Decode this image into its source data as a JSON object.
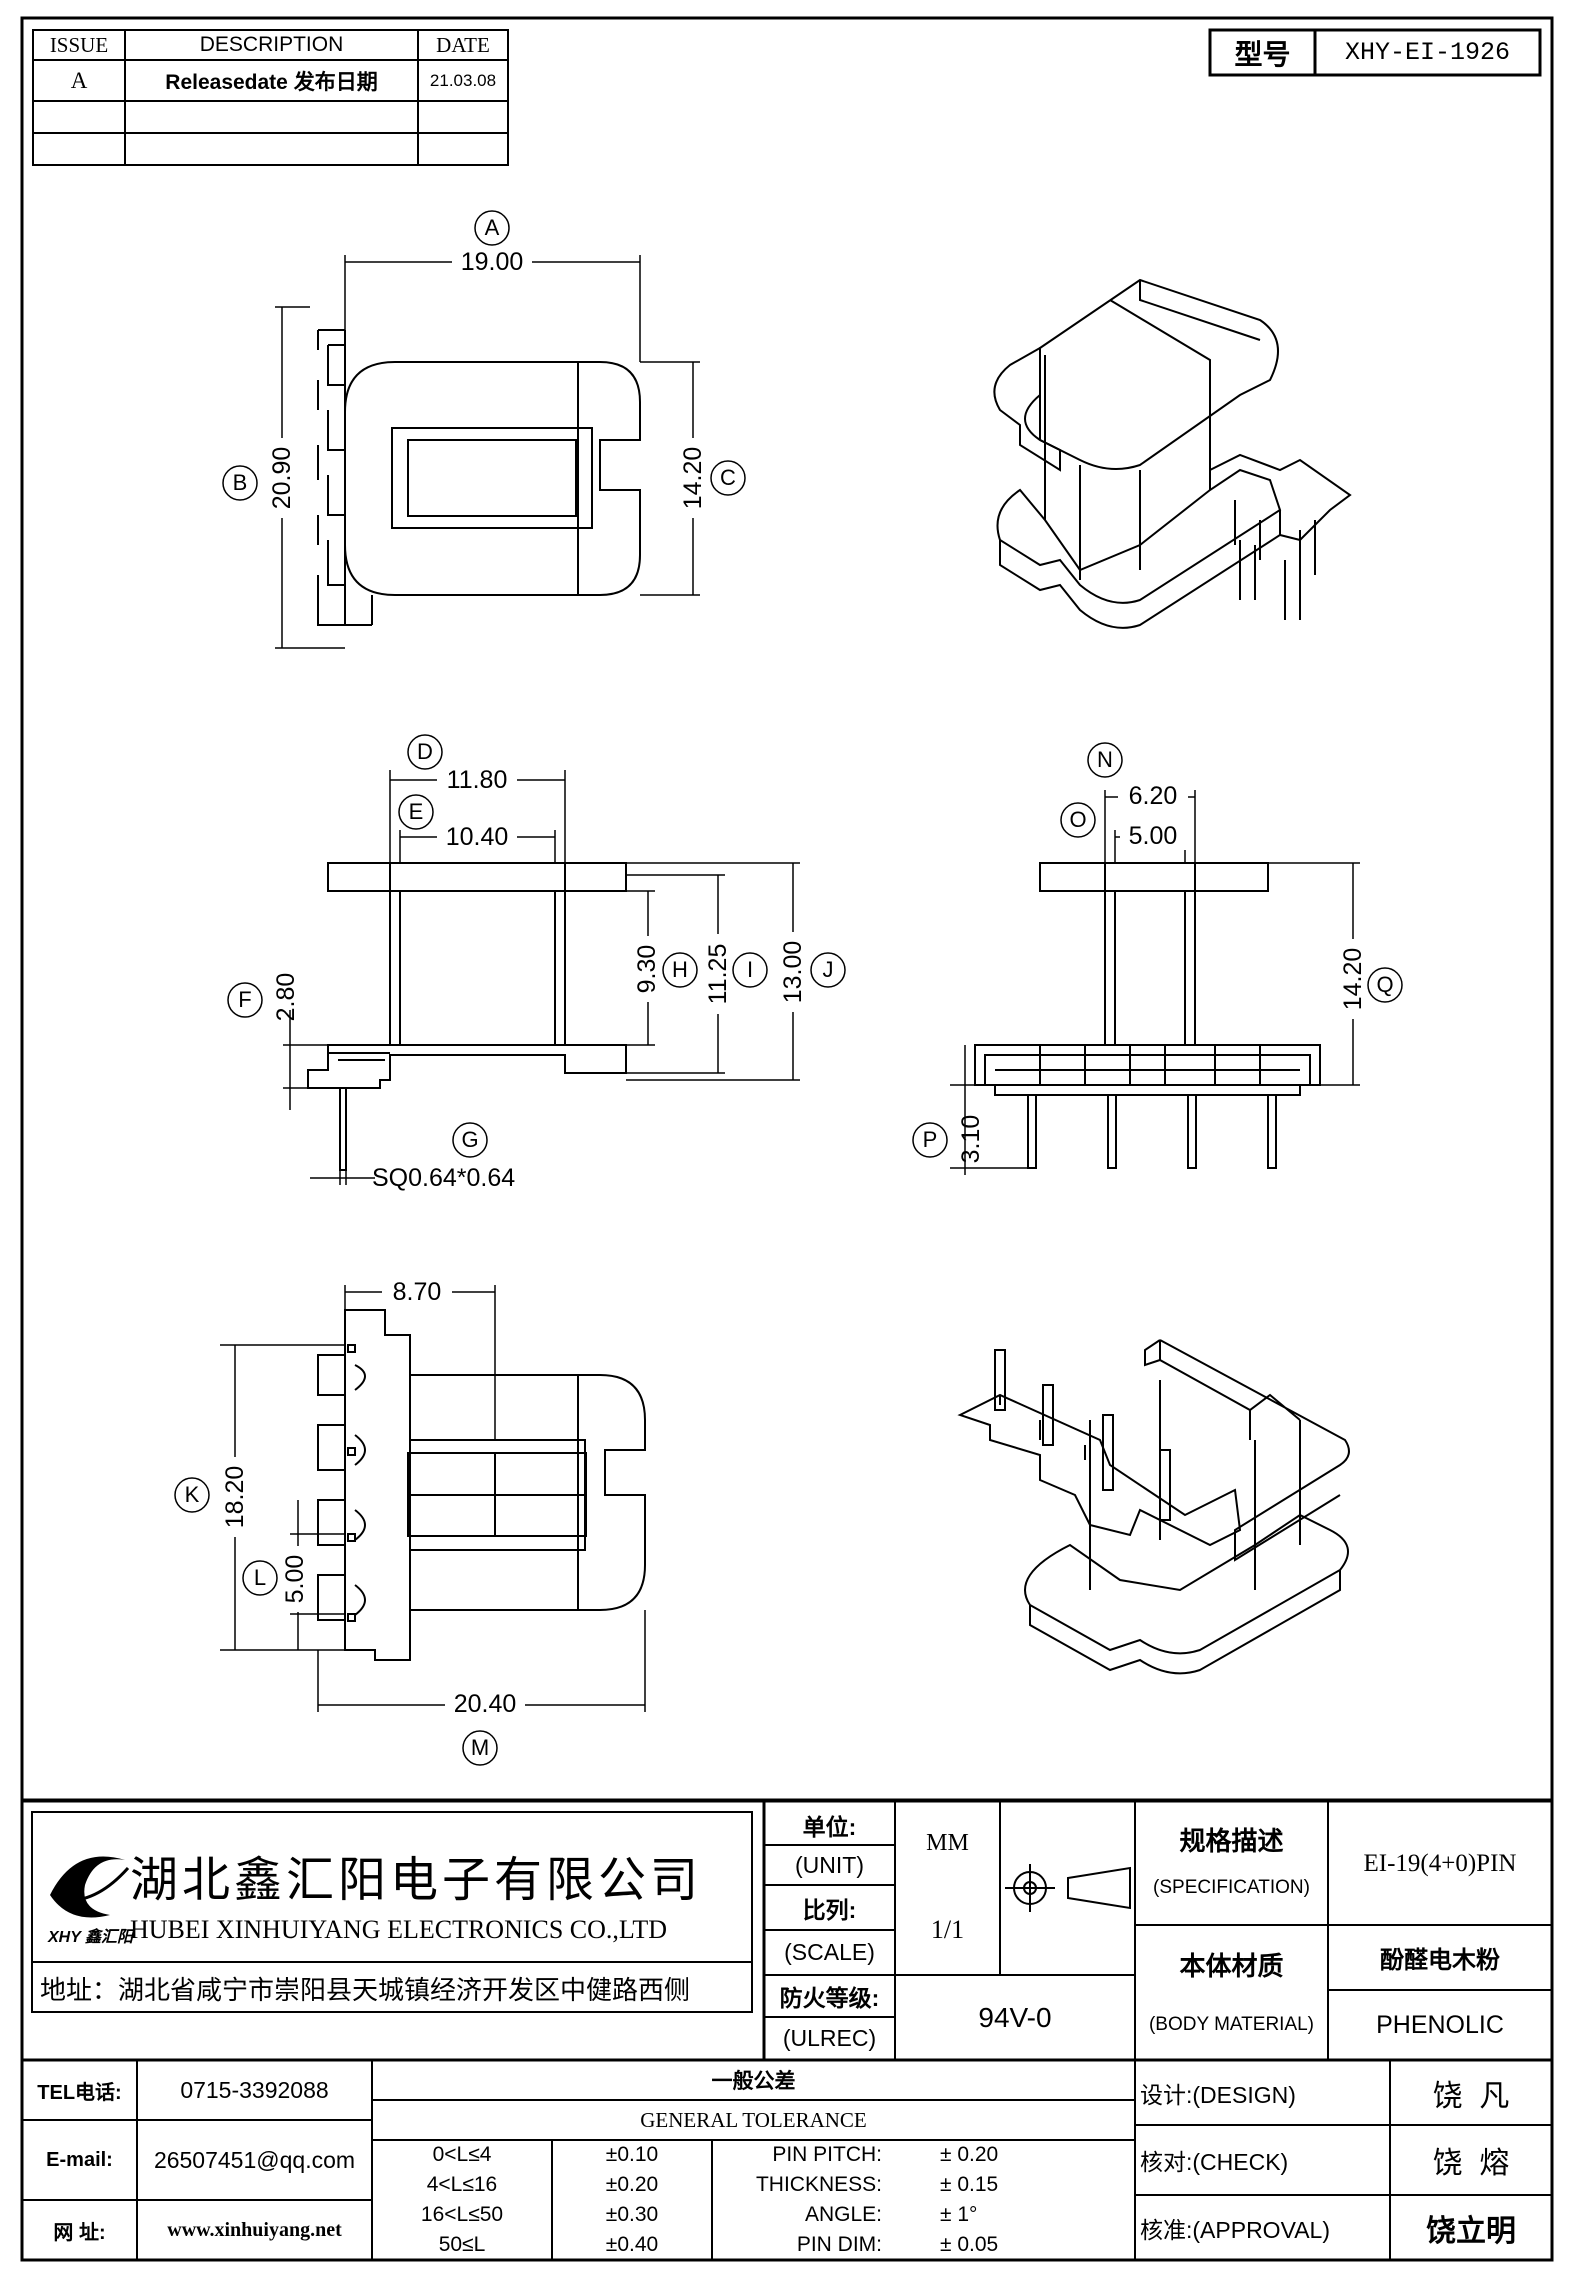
{
  "revision_table": {
    "headers": [
      "ISSUE",
      "DESCRIPTION",
      "DATE"
    ],
    "rows": [
      {
        "issue": "A",
        "description": "Releasedate 发布日期",
        "date": "21.03.08"
      }
    ]
  },
  "model": {
    "label": "型号",
    "value": "XHY-EI-1926"
  },
  "drawing": {
    "top_view": {
      "A": "19.00",
      "B": "20.90",
      "C": "14.20"
    },
    "front_view": {
      "D": "11.80",
      "E": "10.40",
      "F": "2.80",
      "G": "SQ0.64*0.64",
      "H": "9.30",
      "I": "11.25",
      "J": "13.00"
    },
    "side_view": {
      "N": "6.20",
      "O": "5.00",
      "Q": "14.20",
      "P": "3.10"
    },
    "bottom_view": {
      "top": "8.70",
      "K": "18.20",
      "L": "5.00",
      "M": "20.40"
    },
    "labels": [
      "A",
      "B",
      "C",
      "D",
      "E",
      "F",
      "G",
      "H",
      "I",
      "J",
      "N",
      "O",
      "Q",
      "P",
      "K",
      "L",
      "M"
    ]
  },
  "company": {
    "name_cn": "湖北鑫汇阳电子有限公司",
    "name_en": "HUBEI XINHUIYANG ELECTRONICS CO.,LTD",
    "logo_text": "XHY 鑫汇阳",
    "address": "地址：湖北省咸宁市崇阳县天城镇经济开发区中健路西侧"
  },
  "title_block": {
    "unit_cn": "单位:",
    "unit_en": "(UNIT)",
    "unit_value": "MM",
    "scale_cn": "比列:",
    "scale_en": "(SCALE)",
    "scale_value": "1/1",
    "fire_cn": "防火等级:",
    "fire_en": "(ULREC)",
    "fire_value": "94V-0",
    "spec_cn": "规格描述",
    "spec_en": "(SPECIFICATION)",
    "spec_value": "EI-19(4+0)PIN",
    "material_cn": "本体材质",
    "material_en": "(BODY MATERIAL)",
    "material_value_cn": "酚醛电木粉",
    "material_value_en": "PHENOLIC"
  },
  "contact": {
    "tel_label": "TEL电话:",
    "tel": "0715-3392088",
    "email_label": "E-mail:",
    "email": "26507451@qq.com",
    "web_label": "网  址:",
    "web": "www.xinhuiyang.net"
  },
  "tolerance": {
    "title_cn": "一般公差",
    "title_en": "GENERAL TOLERANCE",
    "ranges": [
      {
        "range": "0<L≤4",
        "tol": "±0.10"
      },
      {
        "range": "4<L≤16",
        "tol": "±0.20"
      },
      {
        "range": "16<L≤50",
        "tol": "±0.30"
      },
      {
        "range": "50≤L",
        "tol": "±0.40"
      }
    ],
    "others": [
      {
        "label": "PIN PITCH:",
        "value": "± 0.20"
      },
      {
        "label": "THICKNESS:",
        "value": "± 0.15"
      },
      {
        "label": "ANGLE:",
        "value": "± 1°"
      },
      {
        "label": "PIN DIM:",
        "value": "± 0.05"
      }
    ]
  },
  "signoff": {
    "design_label": "设计:(DESIGN)",
    "design_name": "饶  凡",
    "check_label": "核对:(CHECK)",
    "check_name": "饶  熔",
    "approval_label": "核准:(APPROVAL)",
    "approval_name": "饶立明"
  }
}
